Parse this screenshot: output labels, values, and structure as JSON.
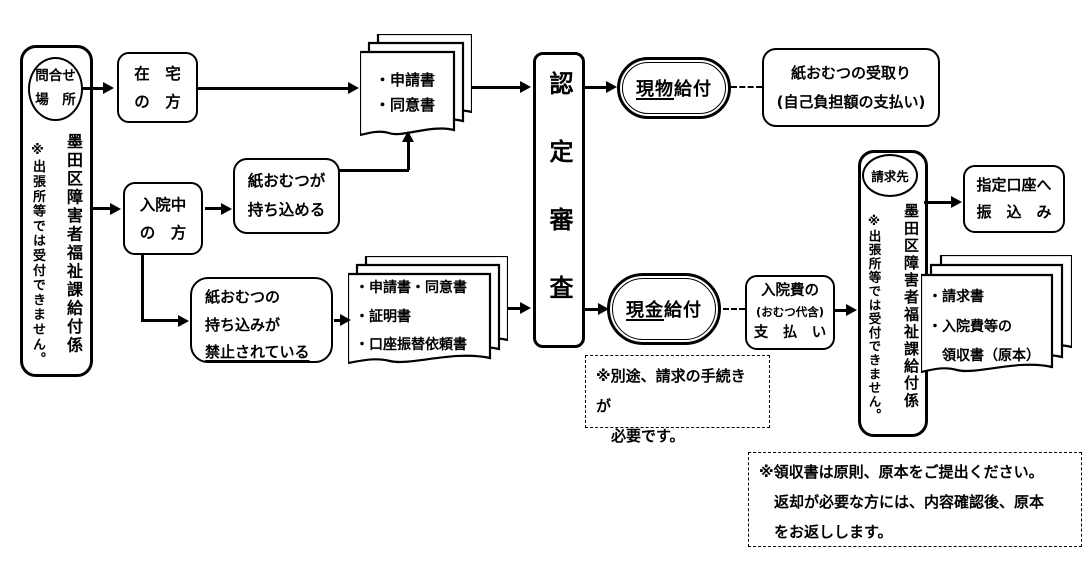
{
  "inquiry_office": {
    "badge": "問合せ\n場　所",
    "name": "墨田区障害者福祉課給付係",
    "note": "※出張所等では受付できません。"
  },
  "home_box": {
    "line1": "在　宅",
    "line2": "の　方"
  },
  "hospital_box": {
    "line1": "入院中",
    "line2": "の　方"
  },
  "bringable_box": {
    "line1": "紙おむつが",
    "line2": "持ち込める"
  },
  "prohibited_box": {
    "line1": "紙おむつの",
    "line2": "持ち込みが",
    "line3": "禁止されている"
  },
  "docs_home": {
    "lines": [
      "・申請書",
      "・同意書"
    ]
  },
  "docs_hospital": {
    "lines": [
      "・申請書・同意書",
      "・証明書",
      "・口座振替依頼書"
    ]
  },
  "review_box": {
    "label": "認定審査"
  },
  "inkind_benefit": {
    "underlined": "現物",
    "rest": "給付"
  },
  "cash_benefit": {
    "underlined": "現金",
    "rest": "給付"
  },
  "receive_box": {
    "line1": "紙おむつの受取り",
    "line2": "(自己負担額の支払い)"
  },
  "hospital_pay_box": {
    "line1": "入院費の",
    "line2": "(おむつ代含)",
    "line3": "支　払　い"
  },
  "claim_note": "※別途、請求の手続きが\n　必要です。",
  "billing_office": {
    "badge": "請求先",
    "name": "墨田区障害者福祉課給付係",
    "note": "※出張所等では受付できません。"
  },
  "transfer_box": {
    "line1": "指定口座へ",
    "line2": "振　込　み"
  },
  "docs_billing": {
    "lines": [
      "・請求書",
      "・入院費等の",
      "　領収書（原本）"
    ]
  },
  "receipt_note": "※領収書は原則、原本をご提出ください。\n　返却が必要な方には、内容確認後、原本\n　をお返しします。"
}
